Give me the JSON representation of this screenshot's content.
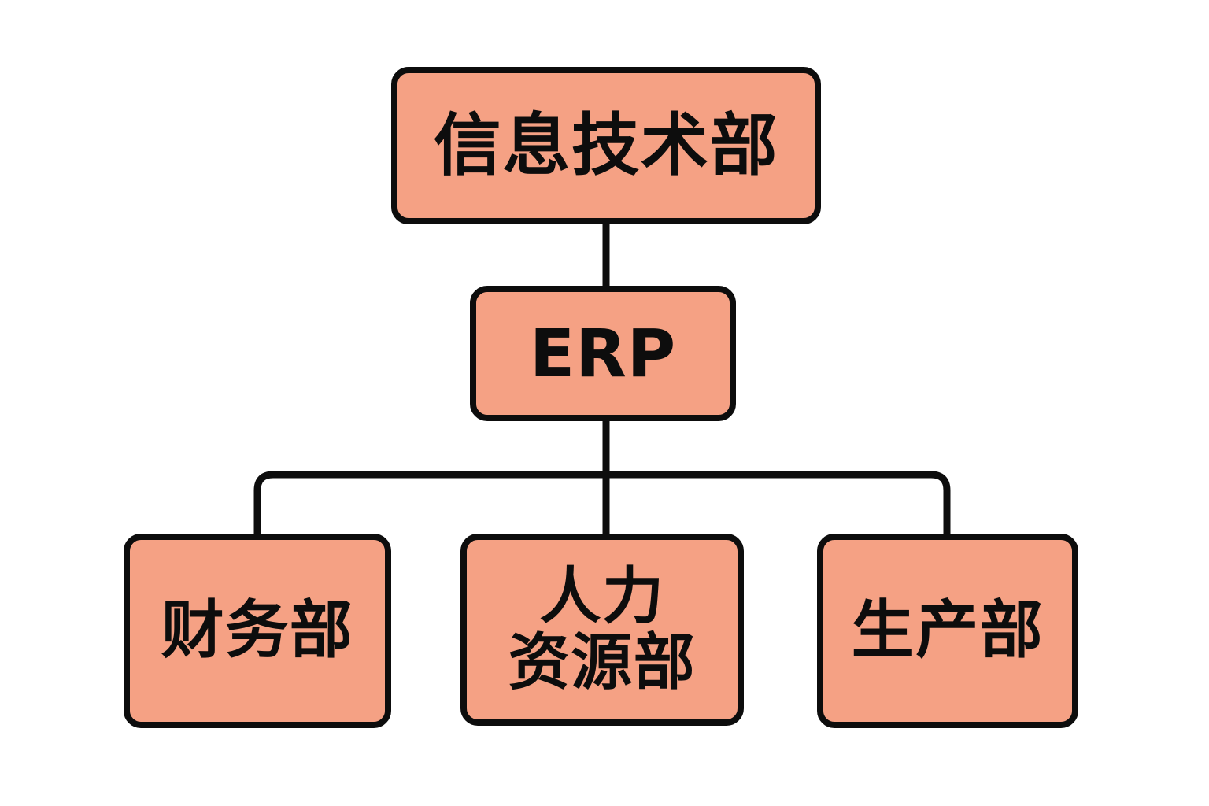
{
  "diagram": {
    "type": "org-chart",
    "title": "",
    "background_color": "#FFFFFF",
    "node_fill_color": "#F5A184",
    "node_border_color": "#0D0D0D",
    "connector_color": "#0D0D0D",
    "nodes": [
      {
        "id": "it",
        "label": "信息技术部",
        "lines": [
          "信息技术部"
        ],
        "level": 0
      },
      {
        "id": "erp",
        "label": "ERP",
        "lines": [
          "ERP"
        ],
        "level": 1
      },
      {
        "id": "finance",
        "label": "财务部",
        "lines": [
          "财务部"
        ],
        "level": 2
      },
      {
        "id": "hr",
        "label": "人力资源部",
        "lines": [
          "人力",
          "资源部"
        ],
        "level": 2
      },
      {
        "id": "production",
        "label": "生产部",
        "lines": [
          "生产部"
        ],
        "level": 2
      }
    ],
    "edges": [
      {
        "from": "it",
        "to": "erp"
      },
      {
        "from": "erp",
        "to": "finance"
      },
      {
        "from": "erp",
        "to": "hr"
      },
      {
        "from": "erp",
        "to": "production"
      }
    ]
  }
}
